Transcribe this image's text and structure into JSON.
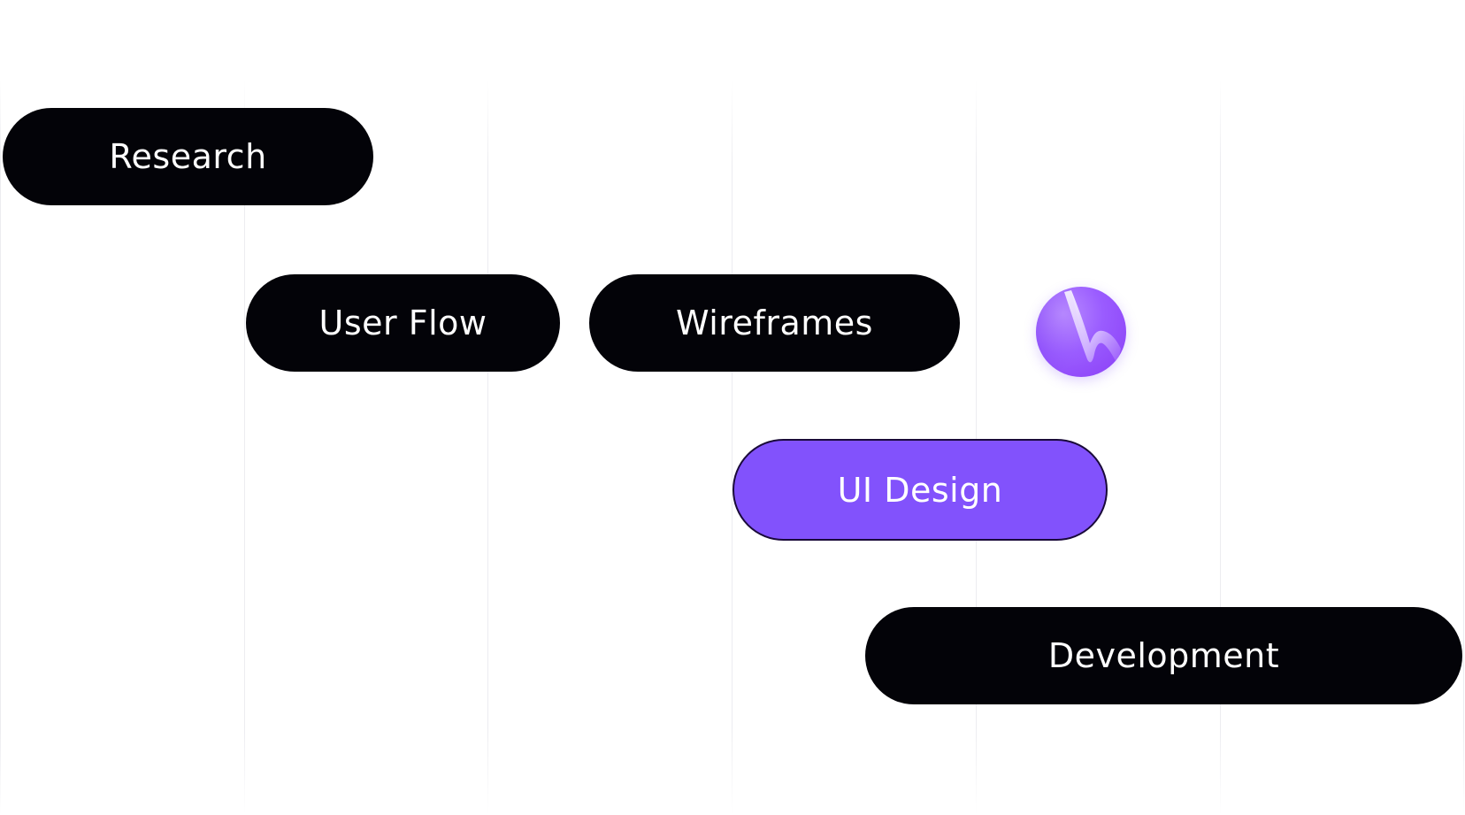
{
  "stages": [
    {
      "id": "research",
      "label": "Research"
    },
    {
      "id": "user-flow",
      "label": "User Flow"
    },
    {
      "id": "wireframes",
      "label": "Wireframes"
    },
    {
      "id": "ui-design",
      "label": "UI Design"
    },
    {
      "id": "development",
      "label": "Development"
    }
  ],
  "colors": {
    "pill": "#030308",
    "accent": "#8252fc",
    "text": "#ffffff",
    "grid": "#ececf0"
  },
  "icons": {
    "orb": "gradient-orb-logo-icon"
  }
}
